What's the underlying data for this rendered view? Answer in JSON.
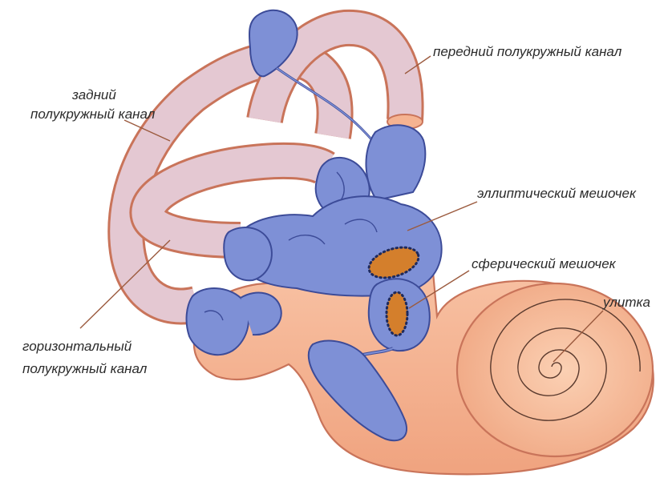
{
  "labels": {
    "anterior": "передний полукружный канал",
    "posterior_1": "задний",
    "posterior_2": "полукружный канал",
    "horizontal_1": "горизонтальный",
    "horizontal_2": "полукружный канал",
    "utricle": "эллиптический мешочек",
    "saccule": "сферический мешочек",
    "cochlea": "улитка"
  },
  "colors": {
    "bony_fill": "#f5b391",
    "bony_stroke": "#c9745a",
    "canal_fill": "#e4c8d2",
    "membrane_fill": "#7e90d6",
    "membrane_stroke": "#3c4b98",
    "macula": "#d47f2c",
    "leader": "#9b5a3e"
  }
}
